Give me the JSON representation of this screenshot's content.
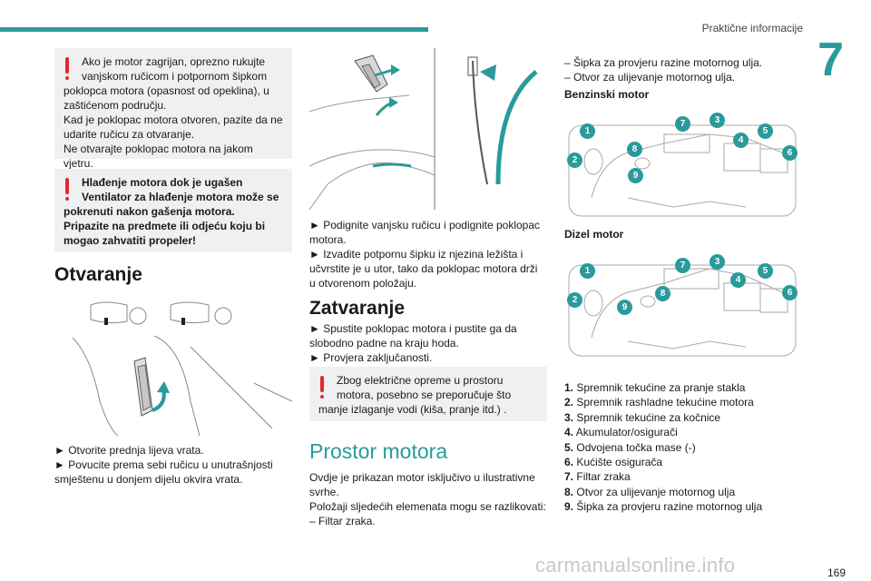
{
  "header": {
    "title": "Praktične informacije",
    "chapter": "7"
  },
  "left": {
    "warning1": {
      "line1": "Ako je motor zagrijan, oprezno rukujte",
      "line2": "vanjskom ručicom i potpornom šipkom",
      "line3": "poklopca motora (opasnost od opeklina), u",
      "line4": "zaštićenom području.",
      "line5": "Kad je poklopac motora otvoren, pazite da ne",
      "line6": "udarite ručicu za otvaranje.",
      "line7": "Ne otvarajte poklopac motora na jakom vjetru."
    },
    "warning2": {
      "line1": "Hlađenje motora dok je ugašen",
      "line2": "Ventilator za hlađenje motora može se",
      "line3": "pokrenuti nakon gašenja motora.",
      "line4": "Pripazite na predmete ili odjeću koju bi",
      "line5": "mogao zahvatiti propeler!"
    },
    "heading": "Otvaranje",
    "steps": [
      "► Otvorite prednja lijeva vrata.",
      "► Povucite prema sebi ručicu u unutrašnjosti",
      "smještenu u donjem dijelu okvira vrata."
    ]
  },
  "middle": {
    "steps": [
      "► Podignite vanjsku ručicu i podignite poklopac",
      "motora.",
      "► Izvadite potpornu šipku iz njezina ležišta i",
      "učvrstite je u utor, tako da poklopac motora drži",
      "u otvorenom položaju."
    ],
    "heading_close": "Zatvaranje",
    "close_steps": [
      "► Spustite poklopac motora i pustite ga da",
      "slobodno padne na kraju hoda.",
      "► Provjera zaključanosti."
    ],
    "warning3": {
      "line1": "Zbog električne opreme u prostoru",
      "line2": "motora, posebno se preporučuje što",
      "line3": "manje izlaganje vodi (kiša, pranje itd.) ."
    },
    "heading_engine": "Prostor motora",
    "intro": [
      "Ovdje je prikazan motor isključivo u ilustrativne",
      "svrhe.",
      "Položaji sljedećih elemenata mogu se razlikovati:",
      "– Filtar zraka."
    ]
  },
  "right": {
    "intro": [
      "– Šipka za provjeru razine motornog ulja.",
      "– Otvor za ulijevanje motornog ulja."
    ],
    "petrol_heading": "Benzinski motor",
    "diesel_heading": "Dizel motor",
    "badges": [
      "1",
      "2",
      "3",
      "4",
      "5",
      "6",
      "7",
      "8",
      "9"
    ],
    "items": [
      {
        "num": "1.",
        "text": "Spremnik tekućine za pranje stakla"
      },
      {
        "num": "2.",
        "text": "Spremnik rashladne tekućine motora"
      },
      {
        "num": "3.",
        "text": "Spremnik tekućine za kočnice"
      },
      {
        "num": "4.",
        "text": "Akumulator/osigurači"
      },
      {
        "num": "5.",
        "text": "Odvojena točka mase (-)"
      },
      {
        "num": "6.",
        "text": "Kućište osigurača"
      },
      {
        "num": "7.",
        "text": "Filtar zraka"
      },
      {
        "num": "8.",
        "text": "Otvor za ulijevanje motornog ulja"
      },
      {
        "num": "9.",
        "text": "Šipka za provjeru razine motornog ulja"
      }
    ]
  },
  "footer": {
    "page": "169",
    "watermark": "carmanualsonline.info"
  },
  "colors": {
    "accent": "#2a9a9a",
    "warning": "#e8242f",
    "box": "#eef0f2"
  }
}
